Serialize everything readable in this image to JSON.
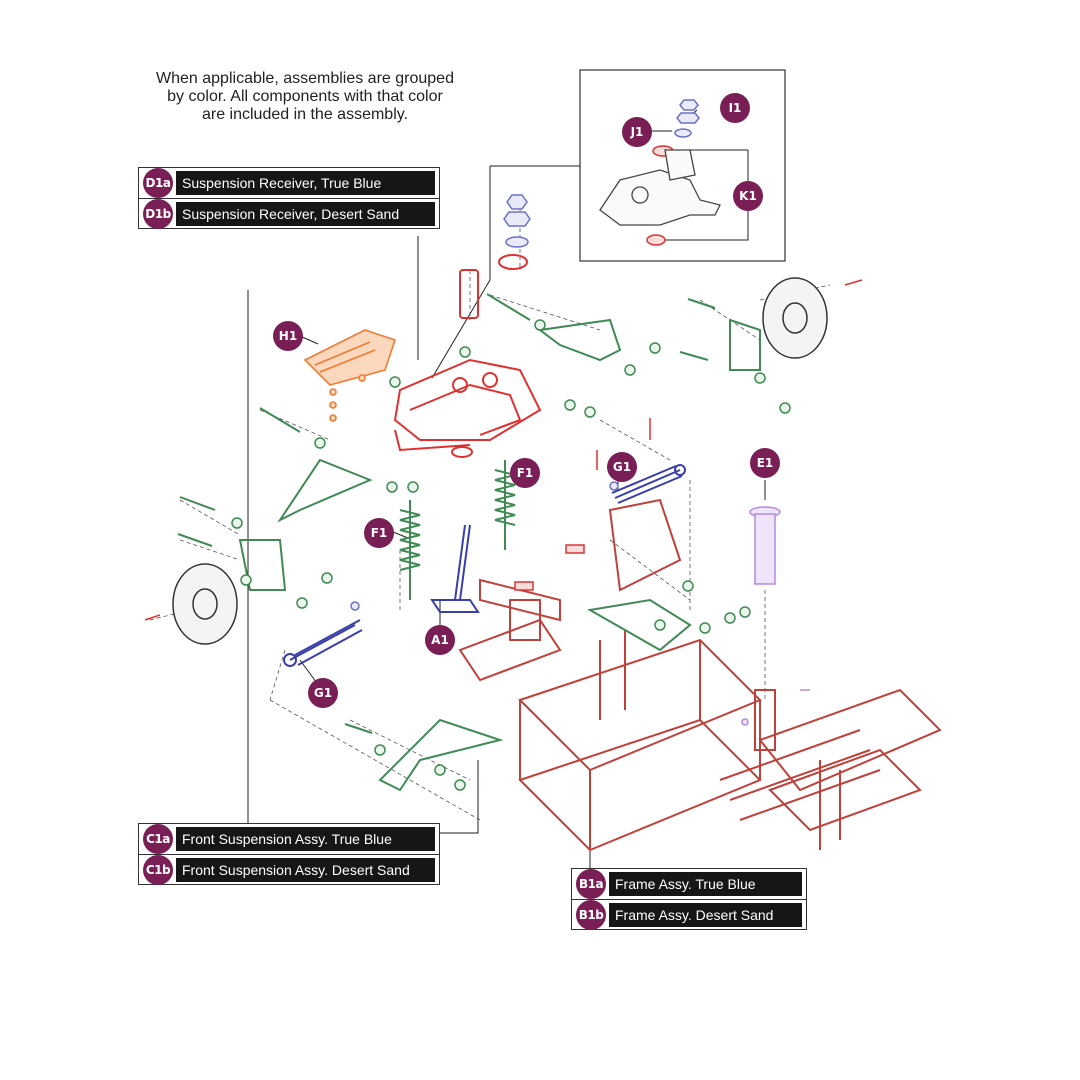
{
  "note": {
    "line1": "When applicable, assemblies are grouped",
    "line2": "by color. All components with that color",
    "line3": "are included in the assembly."
  },
  "legends": {
    "d1": [
      {
        "code": "D1a",
        "label": "Suspension Receiver, True Blue"
      },
      {
        "code": "D1b",
        "label": "Suspension Receiver, Desert Sand"
      }
    ],
    "c1": [
      {
        "code": "C1a",
        "label": "Front Suspension Assy. True Blue"
      },
      {
        "code": "C1b",
        "label": "Front Suspension Assy. Desert Sand"
      }
    ],
    "b1": [
      {
        "code": "B1a",
        "label": "Frame Assy. True Blue"
      },
      {
        "code": "B1b",
        "label": "Frame Assy. Desert Sand"
      }
    ]
  },
  "callouts": {
    "h1": "H1",
    "i1": "I1",
    "j1": "J1",
    "k1": "K1",
    "f1_top": "F1",
    "f1_left": "F1",
    "g1_top": "G1",
    "g1_bottom": "G1",
    "e1": "E1",
    "a1": "A1"
  },
  "colors": {
    "badge": "#7a1f55",
    "frame": "#c0403a",
    "receiver": "#e03030",
    "suspension": "#3f8a55",
    "tie_rod": "#3a3ea8",
    "hardware_blue": "#6a70c8",
    "shield": "#f07a30",
    "bushing": "#b58adf",
    "line": "#222222"
  }
}
